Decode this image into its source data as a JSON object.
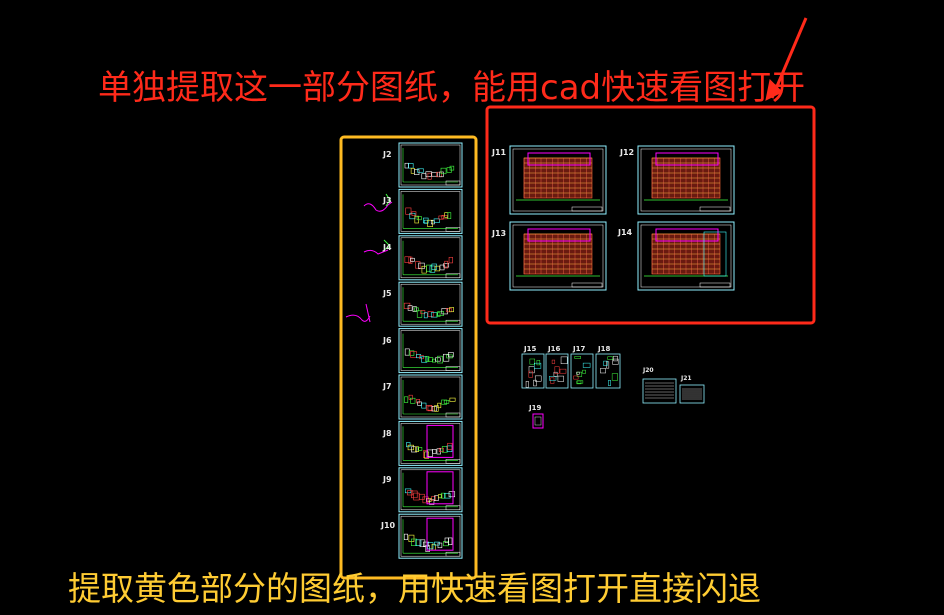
{
  "annotations": {
    "top_note": "单独提取这一部分图纸，能用cad快速看图打开",
    "bottom_note": "提取黄色部分的图纸，用快速看图打开直接闪退"
  },
  "colors": {
    "background": "#000000",
    "red_highlight": "#ff2a1a",
    "yellow_highlight": "#ffbb22",
    "sheet_border": "#8ff0ff",
    "magenta": "#ff00ff"
  },
  "column_sheets": [
    {
      "label": "J2"
    },
    {
      "label": "J3"
    },
    {
      "label": "J4"
    },
    {
      "label": "J5"
    },
    {
      "label": "J6"
    },
    {
      "label": "J7"
    },
    {
      "label": "J8"
    },
    {
      "label": "J9"
    },
    {
      "label": "J10"
    }
  ],
  "big_sheets": [
    {
      "label": "J11"
    },
    {
      "label": "J12"
    },
    {
      "label": "J13"
    },
    {
      "label": "J14"
    }
  ],
  "small_sheets": [
    {
      "label": "J15"
    },
    {
      "label": "J16"
    },
    {
      "label": "J17"
    },
    {
      "label": "J18"
    },
    {
      "label": "J19"
    },
    {
      "label": "J20"
    },
    {
      "label": "J21"
    }
  ]
}
